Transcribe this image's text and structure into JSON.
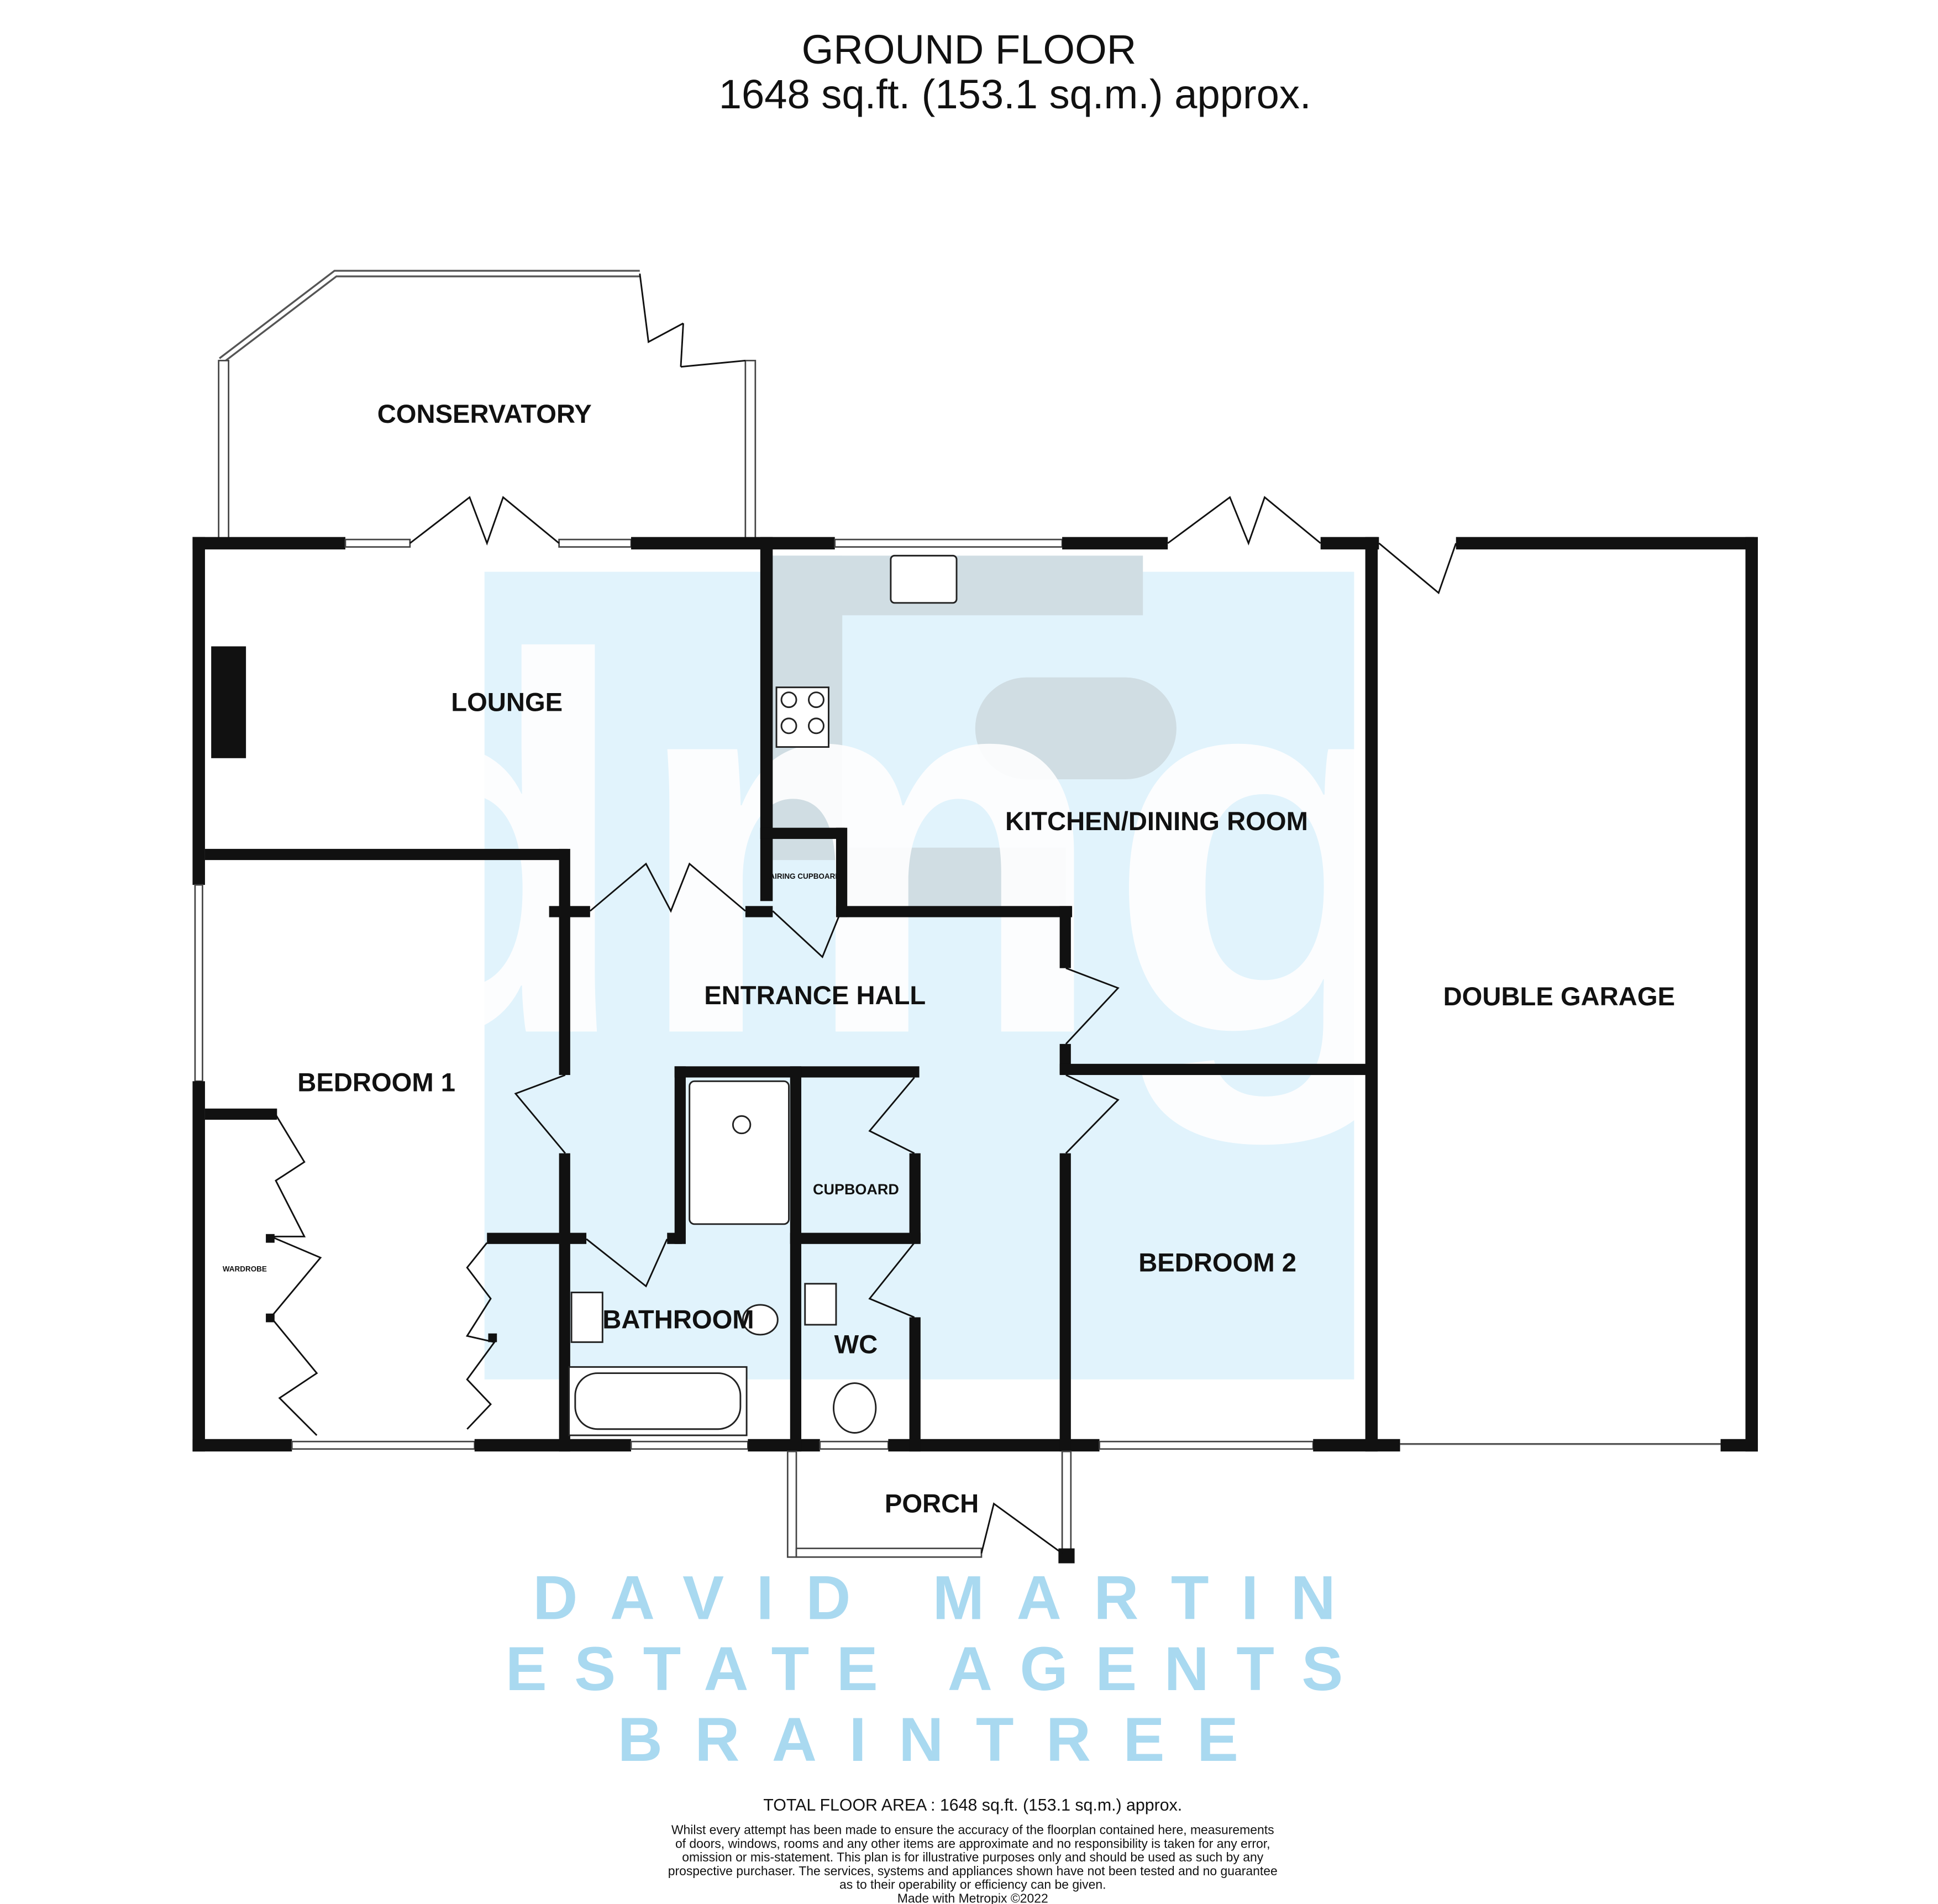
{
  "header": {
    "title": "GROUND FLOOR",
    "area": "1648 sq.ft. (153.1 sq.m.) approx."
  },
  "rooms": {
    "conservatory": "CONSERVATORY",
    "lounge": "LOUNGE",
    "kitchen": "KITCHEN/DINING ROOM",
    "airing_cupboard": "AIRING CUPBOARD",
    "entrance_hall": "ENTRANCE HALL",
    "double_garage": "DOUBLE GARAGE",
    "bedroom1": "BEDROOM 1",
    "wardrobe": "WARDROBE",
    "cupboard": "CUPBOARD",
    "bathroom": "BATHROOM",
    "wc": "WC",
    "bedroom2": "BEDROOM 2",
    "porch": "PORCH"
  },
  "watermark": {
    "logo": "dmg",
    "line1": "DAVID MARTIN",
    "line2": "ESTATE AGENTS",
    "line3": "BRAINTREE",
    "color": "#e1f3fc"
  },
  "footer": {
    "total_area": "TOTAL FLOOR AREA : 1648 sq.ft. (153.1 sq.m.) approx.",
    "disclaimer": [
      "Whilst every attempt has been made to ensure the accuracy of the floorplan contained here, measurements",
      "of doors, windows, rooms and any other items are approximate and no responsibility is taken for any error,",
      "omission or mis-statement. This plan is for illustrative purposes only and should be used as such by any",
      "prospective purchaser. The services, systems and appliances shown have not been tested and no guarantee",
      "as to their operability or efficiency can be given."
    ],
    "credit": "Made with Metropix ©2022"
  }
}
